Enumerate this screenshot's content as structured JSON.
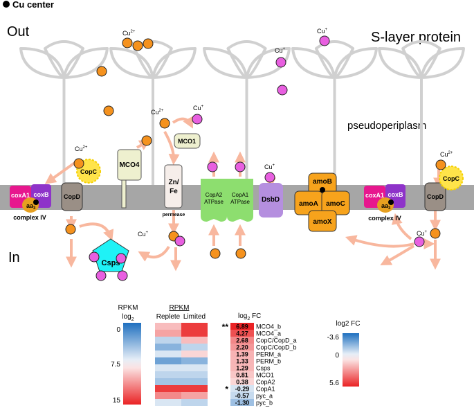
{
  "legend": {
    "cu_center": "Cu center"
  },
  "compartments": {
    "out": "Out",
    "in": "In",
    "s_layer": "S-layer protein",
    "pseudoperiplasm": "pseudoperiplasm"
  },
  "ions": {
    "cu2": "Cu",
    "cu2_sup": "2+",
    "cu1": "Cu",
    "cu1_sup": "+"
  },
  "proteins": {
    "coxA1": "coxA1",
    "coxB": "coxB",
    "aa3": "aa",
    "aa3_sub": "3",
    "complex_iv": "complex IV",
    "copD": "CopD",
    "copC": "CopC",
    "mco4": "MCO4",
    "mco1": "MCO1",
    "znfe_line1": "Zn/",
    "znfe_line2": "Fe",
    "permease": "permease",
    "copA2_line1": "CopA2",
    "copA2_line2": "ATPase",
    "copA1_line1": "CopA1",
    "copA1_line2": "ATPase",
    "dsbD": "DsbD",
    "amoB": "amoB",
    "amoA": "amoA",
    "amoC": "amoC",
    "amoX": "amoX",
    "csps": "Csps"
  },
  "colors": {
    "membrane": "#a6a6a6",
    "slayer": "#d0d0d0",
    "cu2": "#f5921e",
    "cu1": "#e85fe0",
    "arrow": "#f8b79e",
    "coxA1": "#e7178e",
    "coxB": "#8e33c9",
    "aa3": "#e6a020",
    "copD": "#9a8f86",
    "copC": "#ffe44a",
    "mco": "#eef0cf",
    "znfe": "#f6eeea",
    "atpase": "#8dde6f",
    "dsbD": "#b58fdf",
    "amo": "#f7a31c",
    "csps": "#1ff2f6"
  },
  "heatmap_labels": {
    "rpkm_title": "RPKM",
    "log2": "log",
    "log2_sub": "2",
    "rpkm_header": "RPKM",
    "replete": "Replete",
    "limited": "Limited",
    "fc_title_log": "log",
    "fc_title_sub": "2",
    "fc_title_rest": " FC",
    "fc_legend_title": "log2 FC",
    "rpkm_ticks": [
      "0",
      "7.5",
      "15"
    ],
    "fc_ticks": [
      "-3.6",
      "0",
      "5.6"
    ],
    "sig_double": "**",
    "sig_single": "*"
  },
  "chart_data": {
    "type": "heatmap",
    "columns": [
      "Replete",
      "Limited"
    ],
    "genes": [
      "MCO4_b",
      "MCO4_a",
      "CopC/CopD_a",
      "CopC/CopD_b",
      "PERM_a",
      "PERM_b",
      "Csps",
      "MCO1",
      "CopA2",
      "CopA1",
      "pyc_a",
      "pyc_b"
    ],
    "log2_fc": [
      "6.89",
      "4.27",
      "2.68",
      "2.20",
      "1.39",
      "1.33",
      "1.29",
      "0.81",
      "0.38",
      "-0.29",
      "-0.57",
      "-1.30"
    ],
    "rpkm_log2": [
      [
        9,
        14
      ],
      [
        10,
        14
      ],
      [
        6,
        9
      ],
      [
        4,
        6
      ],
      [
        7,
        8
      ],
      [
        3,
        4
      ],
      [
        7,
        7
      ],
      [
        6,
        6
      ],
      [
        5,
        5
      ],
      [
        14,
        14
      ],
      [
        11,
        10
      ],
      [
        7,
        6
      ]
    ],
    "significance": [
      "**",
      "",
      "",
      "",
      "",
      "",
      "",
      "",
      "",
      "*",
      "",
      ""
    ],
    "rpkm_range": [
      0,
      15
    ],
    "fc_range": [
      -3.6,
      5.6
    ]
  }
}
